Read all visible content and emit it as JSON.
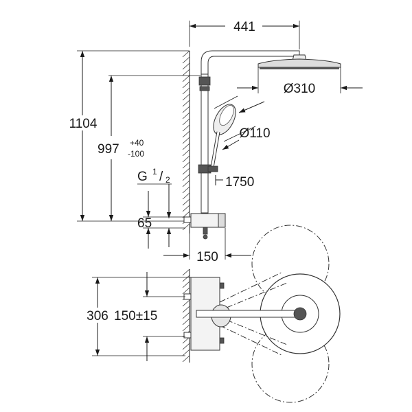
{
  "dimensions": {
    "width_overall": "441",
    "head_diameter": "Ø310",
    "hand_shower_diameter": "Ø110",
    "height_overall": "1104",
    "height_outlet": "997",
    "tolerance_upper": "+40",
    "tolerance_lower": "-100",
    "thread_label": "G",
    "thread_num": "1",
    "thread_den": "2",
    "holder_height": "1750",
    "inlet_height": "65",
    "projection": "150",
    "bracket_height": "306",
    "inlet_spacing": "150±15"
  }
}
